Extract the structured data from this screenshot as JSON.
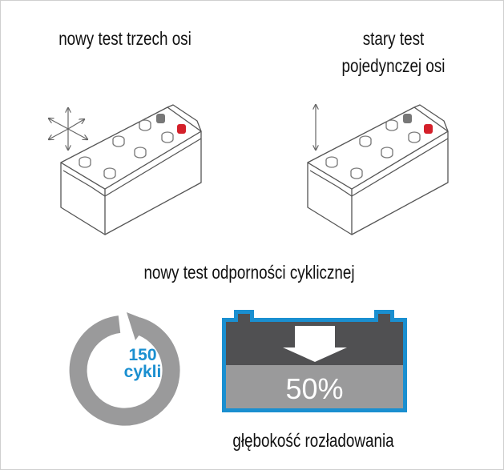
{
  "axis_tests": {
    "new": {
      "label": "nowy test trzech osi"
    },
    "old": {
      "label_line1": "stary test",
      "label_line2": "pojedynczej osi"
    }
  },
  "cyclic_test": {
    "title": "nowy test odporności cyklicznej",
    "cycles_number": "150",
    "cycles_unit": "cykli",
    "discharge_percent": "50%",
    "discharge_label": "głębokość rozładowania"
  },
  "colors": {
    "accent_blue": "#1a8fd0",
    "gray": "#9a9a9b",
    "dark_gray": "#505052",
    "terminal_red": "#d4202a"
  }
}
